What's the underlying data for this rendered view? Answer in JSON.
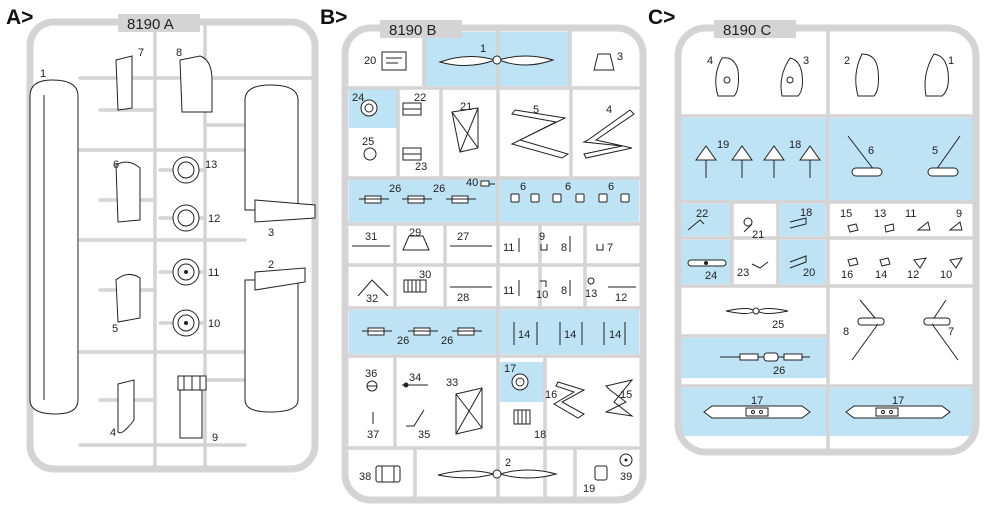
{
  "sections": {
    "a": "A>",
    "b": "B>",
    "c": "C>"
  },
  "sprues": {
    "a": "8190 A",
    "b": "8190 B",
    "c": "8190 C"
  },
  "colors": {
    "frame": "#d4d4d4",
    "highlight": "#bde3f5",
    "line": "#222222"
  },
  "parts_a": {
    "p1": "1",
    "p2": "2",
    "p3": "3",
    "p4": "4",
    "p5": "5",
    "p6": "6",
    "p7": "7",
    "p8": "8",
    "p9": "9",
    "p10": "10",
    "p11": "11",
    "p12": "12",
    "p13": "13"
  },
  "parts_b": {
    "p1": "1",
    "p2": "2",
    "p3": "3",
    "p4": "4",
    "p5": "5",
    "p6": "6",
    "p7": "7",
    "p8": "8",
    "p9": "9",
    "p10": "10",
    "p11": "11",
    "p12": "12",
    "p13": "13",
    "p14": "14",
    "p15": "15",
    "p16": "16",
    "p17": "17",
    "p18": "18",
    "p19": "19",
    "p20": "20",
    "p21": "21",
    "p22": "22",
    "p23": "23",
    "p24": "24",
    "p25": "25",
    "p26": "26",
    "p27": "27",
    "p28": "28",
    "p29": "29",
    "p30": "30",
    "p31": "31",
    "p32": "32",
    "p33": "33",
    "p34": "34",
    "p35": "35",
    "p36": "36",
    "p37": "37",
    "p38": "38",
    "p39": "39",
    "p40": "40"
  },
  "parts_c": {
    "p1": "1",
    "p2": "2",
    "p3": "3",
    "p4": "4",
    "p5": "5",
    "p6": "6",
    "p7": "7",
    "p8": "8",
    "p9": "9",
    "p10": "10",
    "p11": "11",
    "p12": "12",
    "p13": "13",
    "p14": "14",
    "p15": "15",
    "p16": "16",
    "p17": "17",
    "p18": "18",
    "p19": "19",
    "p20": "20",
    "p21": "21",
    "p22": "22",
    "p23": "23",
    "p24": "24",
    "p25": "25",
    "p26": "26"
  }
}
